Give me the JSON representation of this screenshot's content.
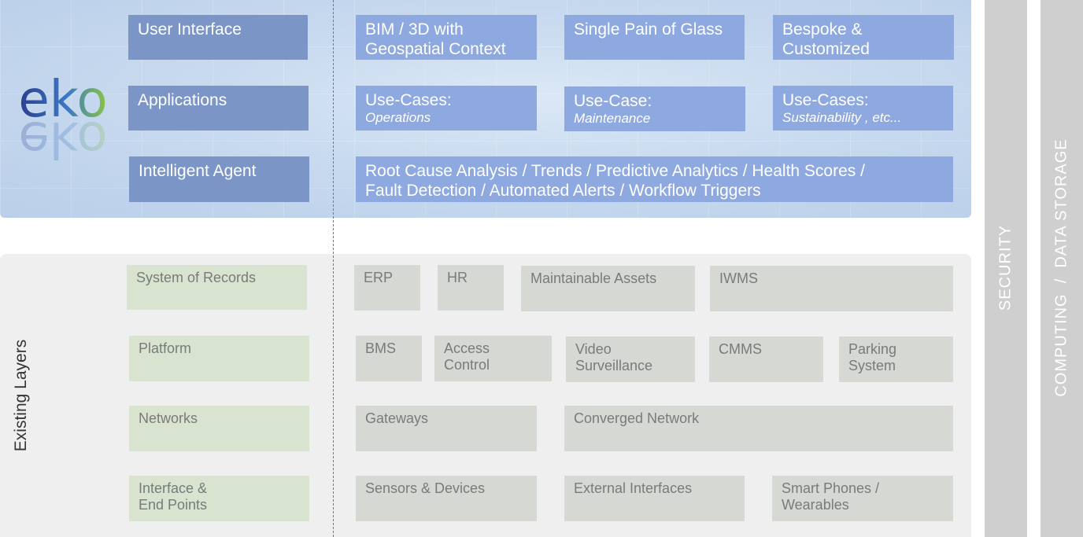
{
  "logo": {
    "text": "eko"
  },
  "top_left": [
    {
      "label": "User Interface"
    },
    {
      "label": "Applications"
    },
    {
      "label": "Intelligent Agent"
    }
  ],
  "top_right": {
    "bim": {
      "line1": "BIM / 3D with",
      "line2": "Geospatial Context"
    },
    "single_pane": {
      "label": "Single Pain of Glass"
    },
    "bespoke": {
      "line1": "Bespoke &",
      "line2": "Customized"
    },
    "operations": {
      "title": "Use-Cases:",
      "sub": "Operations"
    },
    "maintenance": {
      "title": "Use-Case:",
      "sub": "Maintenance"
    },
    "sustainability": {
      "title": "Use-Cases:",
      "sub": "Sustainability , etc..."
    },
    "agent": {
      "line1": "Root Cause Analysis / Trends / Predictive Analytics / Health Scores /",
      "line2": "Fault Detection / Automated Alerts / Workflow Triggers"
    }
  },
  "existing_layers_label": "Existing Layers",
  "bottom_left": [
    {
      "line1": "System of Records",
      "line2": ""
    },
    {
      "line1": "Platform",
      "line2": ""
    },
    {
      "line1": "Networks",
      "line2": ""
    },
    {
      "line1": "Interface &",
      "line2": "End Points"
    }
  ],
  "bottom_right": {
    "erp": "ERP",
    "hr": "HR",
    "maintainable": "Maintainable Assets",
    "iwms": "IWMS",
    "bms": "BMS",
    "access": {
      "line1": "Access",
      "line2": "Control"
    },
    "video": {
      "line1": "Video",
      "line2": "Surveillance"
    },
    "cmms": "CMMS",
    "parking": {
      "line1": "Parking",
      "line2": "System"
    },
    "gateways": "Gateways",
    "converged": "Converged Network",
    "sensors": "Sensors & Devices",
    "external": "External Interfaces",
    "phones": {
      "line1": "Smart Phones /",
      "line2": "Wearables"
    }
  },
  "sidebars": {
    "security": "SECURITY",
    "computing": "COMPUTING  /  DATA STORAGE"
  },
  "colors": {
    "top_left_box": "#7b95c6",
    "top_right_box": "#8ea9e0",
    "green_box": "#d8e4cf",
    "grey_box": "#d6d9d3",
    "sidebar": "#cfcfcf"
  }
}
